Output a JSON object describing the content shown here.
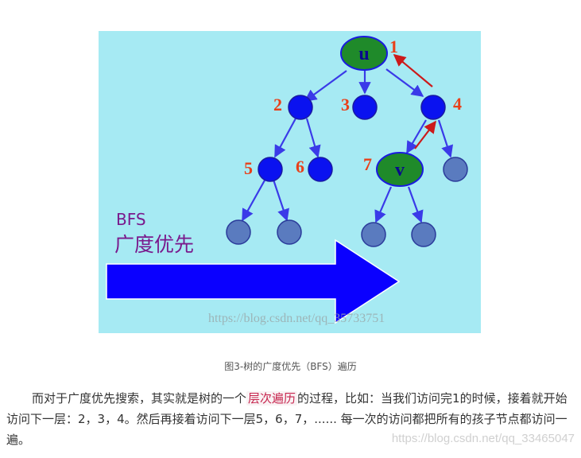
{
  "figure": {
    "root_label": "u",
    "highlight_label": "v",
    "order_labels": [
      "1",
      "2",
      "3",
      "4",
      "5",
      "6",
      "7"
    ],
    "bfs_title": "BFS",
    "bfs_subtitle": "广度优先",
    "watermark": "https://blog.csdn.net/qq_35733751",
    "colors": {
      "background": "#a6eaf3",
      "node_blue": "#0a12f0",
      "node_faded": "#5a7bbf",
      "node_green": "#1f8a2a",
      "edge": "#3a3ae8",
      "red_arrow": "#cc1a1a",
      "order_text": "#e8401a",
      "bfs_text": "#7a1a8c",
      "big_arrow": "#0a00ff"
    }
  },
  "caption": "图3-树的广度优先（BFS）遍历",
  "paragraph": {
    "before": "而对于广度优先搜索，其实就是树的一个",
    "highlight": "层次遍历",
    "after": "的过程，比如：当我们访问完1的时候，接着就开始访问下一层：2，3，4。然后再接着访问下一层5，6，7，...... 每一次的访问都把所有的孩子节点都访问一遍。"
  },
  "watermark2": "https://blog.csdn.net/qq_33465047"
}
